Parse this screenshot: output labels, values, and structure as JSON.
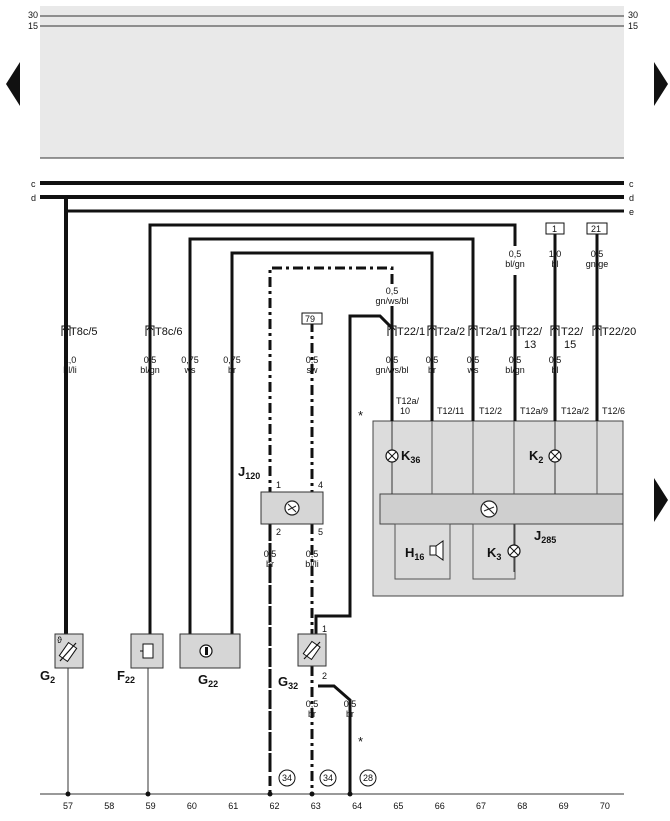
{
  "rails": {
    "r30": "30",
    "r15": "15",
    "c": "c",
    "d": "d",
    "e": "e"
  },
  "boxes": {
    "ref1": "1",
    "ref21": "21",
    "ref79": "79"
  },
  "connectors": {
    "t8c5": "T8c/5",
    "t8c6": "T8c/6",
    "t22_1": "T22/1",
    "t2a2": "T2a/2",
    "t2a1": "T2a/1",
    "t22_13a": "T22/",
    "t22_13b": "13",
    "t22_15a": "T22/",
    "t22_15b": "15",
    "t22_20": "T22/20",
    "t12a10a": "T12a/",
    "t12a10b": "10",
    "t12_11": "T12/11",
    "t12_2": "T12/2",
    "t12a9": "T12a/9",
    "t12a2": "T12a/2",
    "t12_6": "T12/6"
  },
  "wires": {
    "w57": {
      "size": "1,0",
      "color": "bl/li"
    },
    "w59": {
      "size": "0,5",
      "color": "bl/gn"
    },
    "w60": {
      "size": "0,75",
      "color": "ws"
    },
    "w61": {
      "size": "0,75",
      "color": "br"
    },
    "w62": {
      "size": "0,5",
      "color": "br"
    },
    "w63top": {
      "size": "0,5",
      "color": "sw"
    },
    "w63": {
      "size": "0,5",
      "color": "bl/li"
    },
    "w63bot": {
      "size": "0,5",
      "color": "br"
    },
    "w64": {
      "size": "0,5",
      "color": "br"
    },
    "w65top": {
      "size": "0,5",
      "color": "gn/ws/bl"
    },
    "w65": {
      "size": "0,5",
      "color": "gn/ws/bl"
    },
    "w66": {
      "size": "0,5",
      "color": "br"
    },
    "w67": {
      "size": "0,5",
      "color": "ws"
    },
    "w68top": {
      "size": "0,5",
      "color": "bl/gn"
    },
    "w68": {
      "size": "0,5",
      "color": "bl/gn"
    },
    "w69top": {
      "size": "1,0",
      "color": "bl"
    },
    "w69": {
      "size": "0,5",
      "color": "bl"
    },
    "w70top": {
      "size": "0,5",
      "color": "gn/ge"
    }
  },
  "components": {
    "g2": "G",
    "g2sub": "2",
    "f22": "F",
    "f22sub": "22",
    "g22": "G",
    "g22sub": "22",
    "j120": "J",
    "j120sub": "120",
    "g32": "G",
    "g32sub": "32",
    "j285": "J",
    "j285sub": "285",
    "k36": "K",
    "k36sub": "36",
    "k2": "K",
    "k2sub": "2",
    "h16": "H",
    "h16sub": "16",
    "k3": "K",
    "k3sub": "3"
  },
  "pins": {
    "j120_1": "1",
    "j120_4": "4",
    "j120_2": "2",
    "j120_5": "5",
    "g32_1": "1",
    "g32_2": "2"
  },
  "grounds": {
    "g34a": "34",
    "g34b": "34",
    "g28": "28"
  },
  "footnote_mark": "*",
  "track_numbers": [
    "57",
    "58",
    "59",
    "60",
    "61",
    "62",
    "63",
    "64",
    "65",
    "66",
    "67",
    "68",
    "69",
    "70"
  ]
}
